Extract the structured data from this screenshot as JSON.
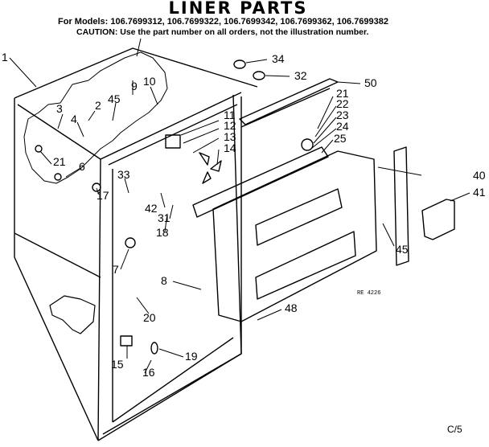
{
  "header": {
    "title": "LINER PARTS",
    "models": "For Models: 106.7699312, 106.7699322, 106.7699342, 106.7699362, 106.7699382",
    "caution": "CAUTION: Use the part number on all orders, not the illustration number."
  },
  "callouts": [
    {
      "id": "c1",
      "text": "1"
    },
    {
      "id": "c3",
      "text": "3"
    },
    {
      "id": "c2",
      "text": "2"
    },
    {
      "id": "c4",
      "text": "4"
    },
    {
      "id": "c45a",
      "text": "45"
    },
    {
      "id": "c9",
      "text": "9"
    },
    {
      "id": "c10",
      "text": "10"
    },
    {
      "id": "c21a",
      "text": "21"
    },
    {
      "id": "c6",
      "text": "6"
    },
    {
      "id": "c33",
      "text": "33"
    },
    {
      "id": "c17",
      "text": "17"
    },
    {
      "id": "c11",
      "text": "11"
    },
    {
      "id": "c12",
      "text": "12"
    },
    {
      "id": "c13",
      "text": "13"
    },
    {
      "id": "c14",
      "text": "14"
    },
    {
      "id": "c42",
      "text": "42"
    },
    {
      "id": "c31",
      "text": "31"
    },
    {
      "id": "c18",
      "text": "18"
    },
    {
      "id": "c34",
      "text": "34"
    },
    {
      "id": "c32",
      "text": "32"
    },
    {
      "id": "c50",
      "text": "50"
    },
    {
      "id": "c21b",
      "text": "21"
    },
    {
      "id": "c22",
      "text": "22"
    },
    {
      "id": "c23",
      "text": "23"
    },
    {
      "id": "c24",
      "text": "24"
    },
    {
      "id": "c25",
      "text": "25"
    },
    {
      "id": "c40",
      "text": "40"
    },
    {
      "id": "c41",
      "text": "41"
    },
    {
      "id": "c45b",
      "text": "45"
    },
    {
      "id": "c7",
      "text": "7"
    },
    {
      "id": "c8",
      "text": "8"
    },
    {
      "id": "c20",
      "text": "20"
    },
    {
      "id": "c48",
      "text": "48"
    },
    {
      "id": "c19",
      "text": "19"
    },
    {
      "id": "c15",
      "text": "15"
    },
    {
      "id": "c16",
      "text": "16"
    }
  ],
  "drawing_code": "RE 4226",
  "page_marker": "C/5"
}
